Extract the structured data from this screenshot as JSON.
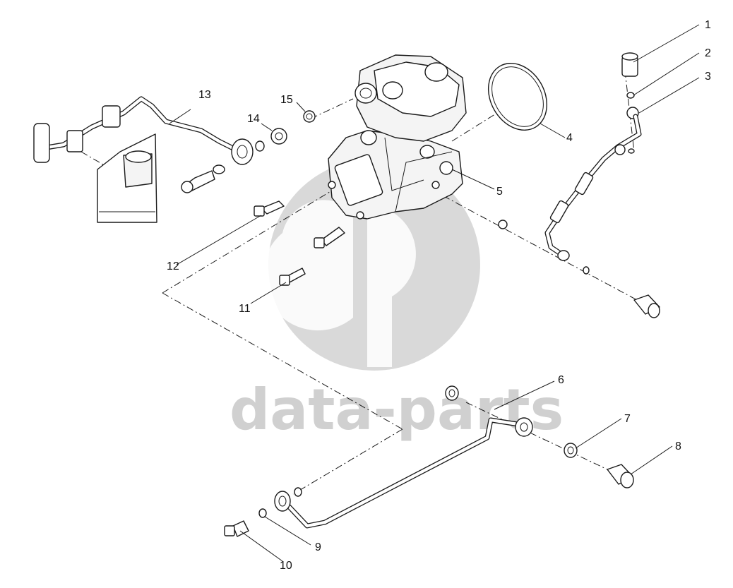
{
  "watermark": {
    "text": "data-parts",
    "color": "#c8c8c8"
  },
  "callouts": [
    {
      "id": "c1",
      "label": "1"
    },
    {
      "id": "c2",
      "label": "2"
    },
    {
      "id": "c3",
      "label": "3"
    },
    {
      "id": "c4",
      "label": "4"
    },
    {
      "id": "c5",
      "label": "5"
    },
    {
      "id": "c6",
      "label": "6"
    },
    {
      "id": "c7",
      "label": "7"
    },
    {
      "id": "c8",
      "label": "8"
    },
    {
      "id": "c9",
      "label": "9"
    },
    {
      "id": "c10",
      "label": "10"
    },
    {
      "id": "c11",
      "label": "11"
    },
    {
      "id": "c12",
      "label": "12"
    },
    {
      "id": "c13",
      "label": "13"
    },
    {
      "id": "c14",
      "label": "14"
    },
    {
      "id": "c15",
      "label": "15"
    }
  ]
}
